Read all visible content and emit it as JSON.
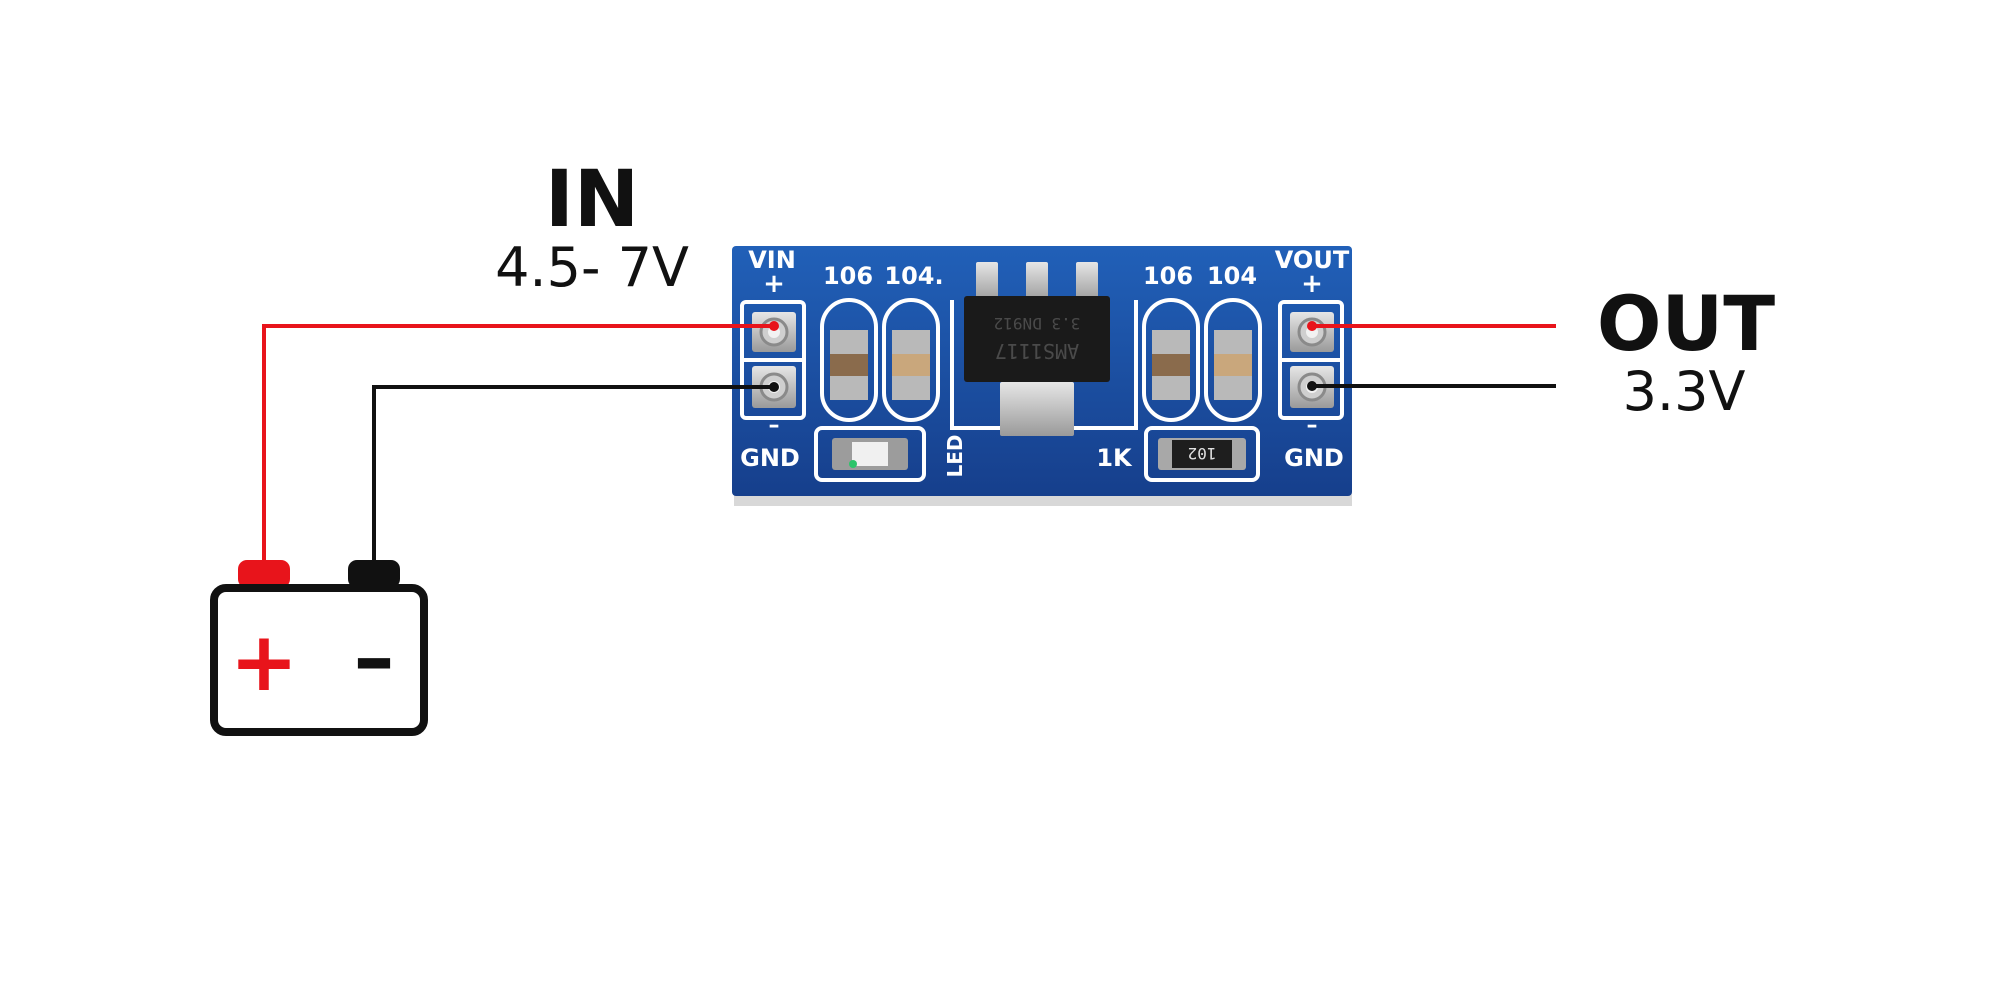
{
  "input": {
    "title": "IN",
    "range": "4.5- 7V"
  },
  "output": {
    "title": "OUT",
    "voltage": "3.3V"
  },
  "battery": {
    "plus": "+",
    "minus": "–"
  },
  "board": {
    "vin": "VIN",
    "vout": "VOUT",
    "plus_left": "+",
    "plus_right": "+",
    "minus_left": "–",
    "minus_right": "–",
    "gnd_left": "GND",
    "gnd_right": "GND",
    "cap_in_1": "106",
    "cap_in_2": "104.",
    "cap_out_1": "106",
    "cap_out_2": "104",
    "led": "LED",
    "res_label": "1K",
    "res_code": "102",
    "chip_model": "AMS1117",
    "chip_code": "3.3  DN912"
  },
  "colors": {
    "wire_positive": "#e8141b",
    "wire_negative": "#111111",
    "pcb": "#1b4fa6",
    "silkscreen": "#ffffff"
  }
}
